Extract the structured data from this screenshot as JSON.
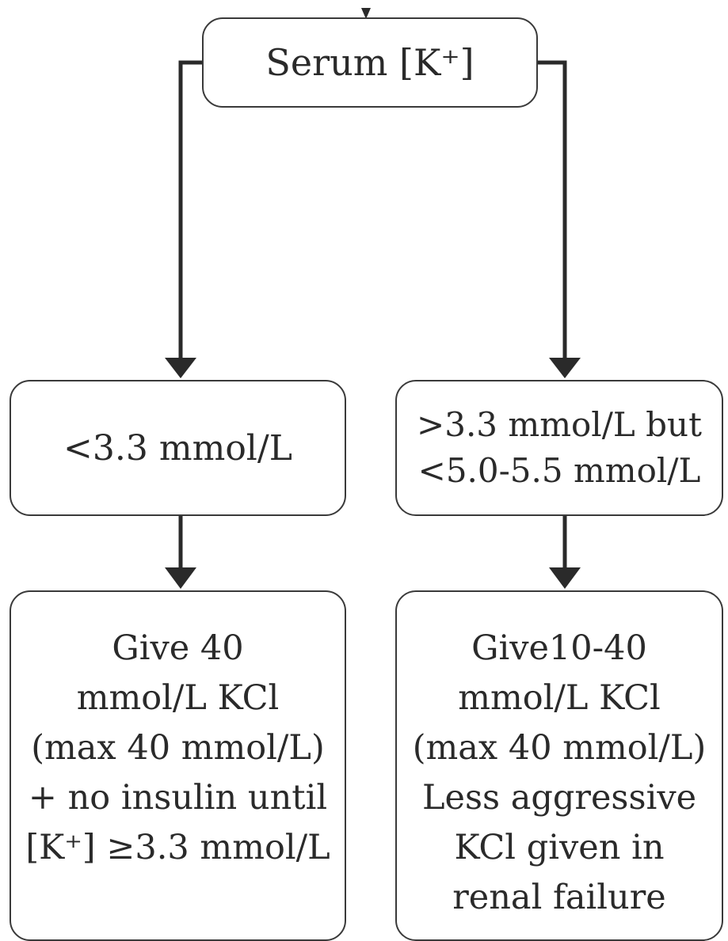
{
  "nodes": {
    "top": {
      "lines": [
        "Serum [K⁺]"
      ]
    },
    "left_mid": {
      "lines": [
        "<3.3 mmol/L"
      ]
    },
    "right_mid": {
      "lines": [
        ">3.3 mmol/L but",
        "<5.0-5.5 mmol/L"
      ]
    },
    "left_bottom": {
      "lines": [
        "Give 40",
        "mmol/L KCl",
        "(max 40 mmol/L)",
        "+ no insulin until",
        "[K⁺] ≥3.3 mmol/L"
      ]
    },
    "right_bottom": {
      "lines": [
        "Give10-40",
        "mmol/L KCl",
        "(max 40 mmol/L)",
        "Less aggressive",
        "KCl given in",
        "renal failure"
      ]
    }
  },
  "colors": {
    "stroke": "#2a2a2a",
    "text": "#2a2a2a",
    "background": "#ffffff"
  }
}
